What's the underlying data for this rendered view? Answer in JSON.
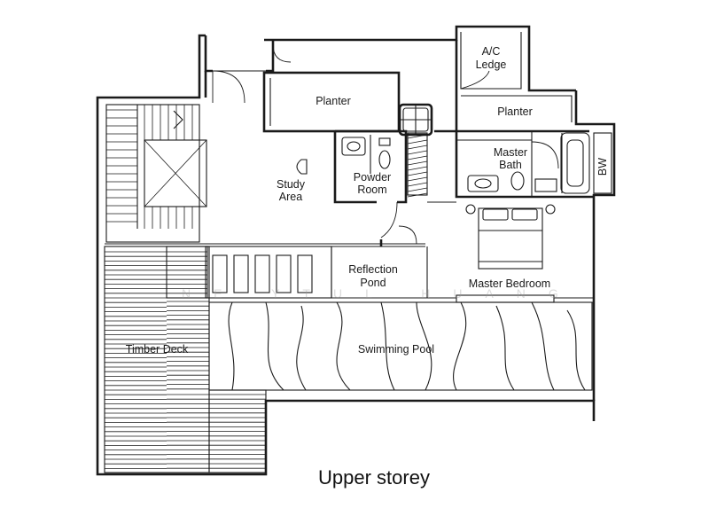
{
  "rooms": {
    "planter_top": "Planter",
    "ac_ledge_line1": "A/C",
    "ac_ledge_line2": "Ledge",
    "planter_right": "Planter",
    "master_bath_line1": "Master",
    "master_bath_line2": "Bath",
    "bw": "BW",
    "study_line1": "Study",
    "study_line2": "Area",
    "powder_line1": "Powder",
    "powder_line2": "Room",
    "reflection_line1": "Reflection",
    "reflection_line2": "Pond",
    "master_bedroom": "Master Bedroom",
    "timber_deck": "Timber Deck",
    "swimming_pool": "Swimming Pool"
  },
  "caption": "Upper storey",
  "watermark": "NE YTUL HUANG"
}
